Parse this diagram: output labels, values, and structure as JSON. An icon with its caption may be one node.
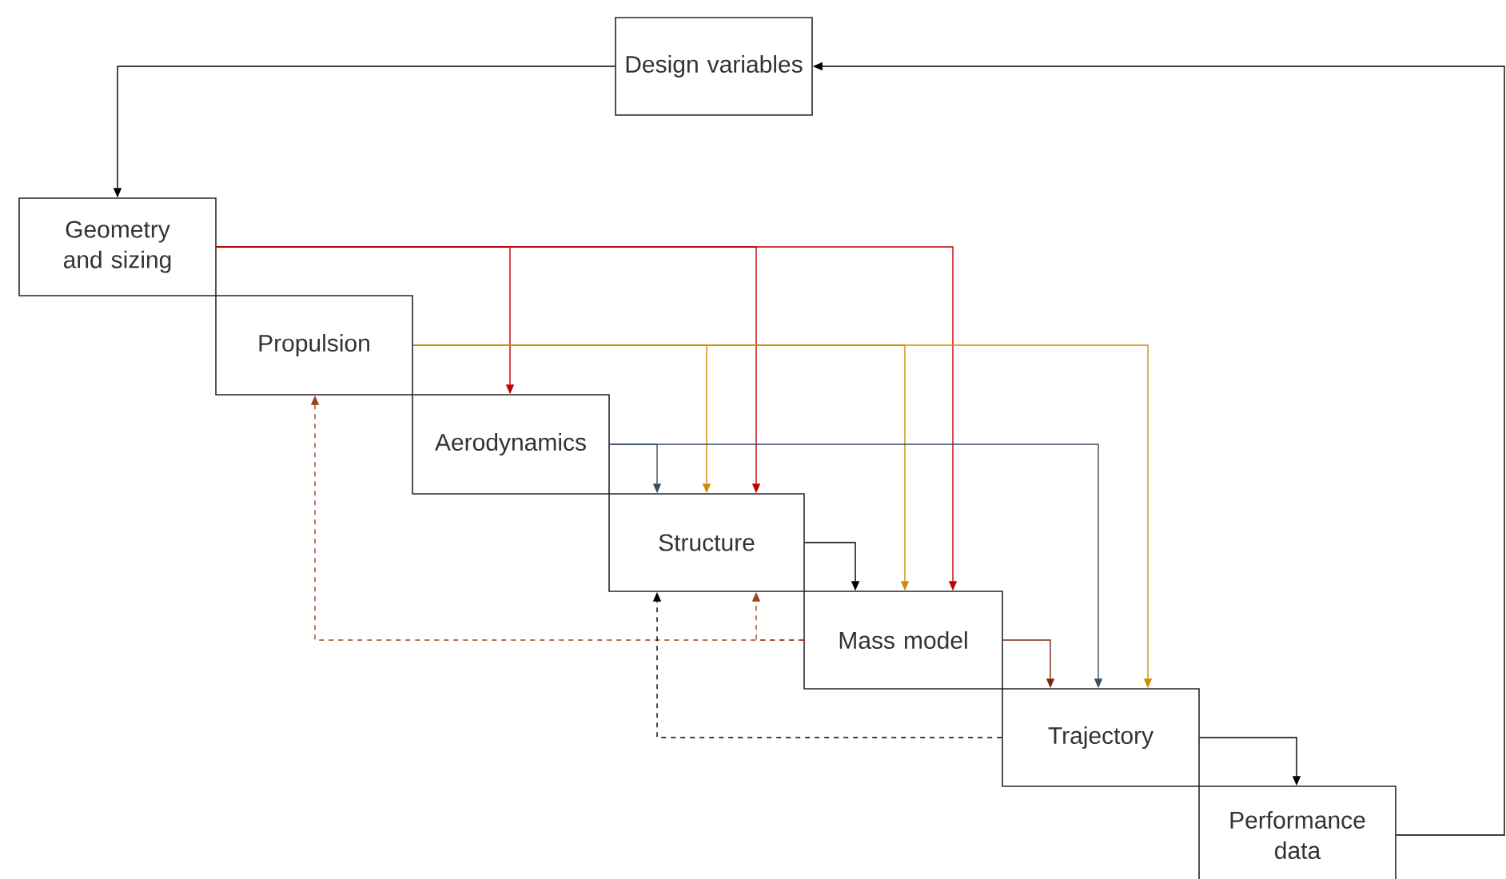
{
  "diagram": {
    "nodes": [
      {
        "text": [
          "Design variables"
        ]
      },
      {
        "text": [
          "Geometry and sizing"
        ]
      },
      {
        "text": [
          "Propulsion"
        ]
      },
      {
        "text": [
          "Aerodynamics"
        ]
      },
      {
        "text": [
          "Structure"
        ]
      },
      {
        "text": [
          "Mass model"
        ]
      },
      {
        "text": [
          "Trajectory"
        ]
      },
      {
        "text": [
          "Performance data"
        ]
      }
    ],
    "edges": [
      {
        "from": 0,
        "to": 1,
        "arrow": "to"
      },
      {
        "from": 1,
        "to": 3,
        "arrow": "to",
        "color": "#c00000"
      },
      {
        "from": 1,
        "to": 4,
        "arrow": "to",
        "color": "#c00000"
      },
      {
        "from": 1,
        "to": 5,
        "arrow": "to",
        "color": "#c00000"
      },
      {
        "from": 2,
        "to": 4,
        "arrow": "to",
        "color": "#d48a00"
      },
      {
        "from": 2,
        "to": 5,
        "arrow": "to",
        "color": "#d48a00"
      },
      {
        "from": 2,
        "to": 6,
        "arrow": "to",
        "color": "#d48a00"
      },
      {
        "from": 3,
        "to": 4,
        "arrow": "to",
        "color": "#3a4d63"
      },
      {
        "from": 3,
        "to": 6,
        "arrow": "to",
        "color": "#3a4d63"
      },
      {
        "from": 4,
        "to": 5,
        "arrow": "to"
      },
      {
        "from": 5,
        "to": 6,
        "arrow": "to",
        "color": "#7a2a12"
      },
      {
        "from": 5,
        "to": 2,
        "arrow": "to",
        "style": "dashed",
        "color": "#a0401c"
      },
      {
        "from": 5,
        "to": 4,
        "arrow": "to",
        "style": "dashed",
        "color": "#a0401c"
      },
      {
        "from": 6,
        "to": 4,
        "arrow": "to",
        "style": "dashed"
      },
      {
        "from": 6,
        "to": 7,
        "arrow": "to"
      },
      {
        "from": 7,
        "to": 0,
        "arrow": "to"
      }
    ]
  }
}
